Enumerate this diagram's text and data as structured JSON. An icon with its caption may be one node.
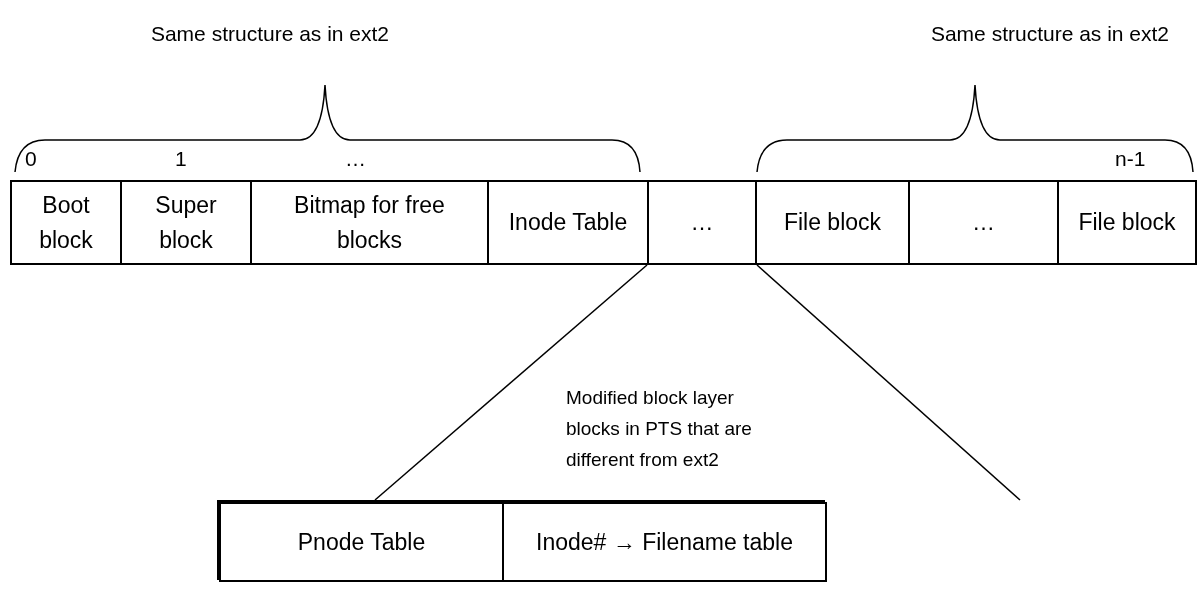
{
  "diagram": {
    "nodes": [
      {
        "text": [
          "Boot block"
        ]
      },
      {
        "text": [
          "Super block"
        ]
      },
      {
        "text": [
          "Bitmap for free blocks"
        ]
      },
      {
        "text": [
          "Inode Table"
        ]
      },
      {
        "text": [
          "…"
        ]
      },
      {
        "text": [
          "File block"
        ]
      },
      {
        "text": [
          "…"
        ]
      },
      {
        "text": [
          "File block"
        ]
      },
      {
        "text": [],
        "shape": "box"
      },
      {
        "text": [
          "Pnode Table"
        ],
        "in": 8
      },
      {
        "text": [
          "Inode# → Filename table"
        ],
        "in": 8
      }
    ],
    "edges": [
      {
        "from": 4,
        "to": 8,
        "arrow": "none"
      },
      {
        "from": 4,
        "to": null,
        "arrow": "none"
      }
    ],
    "labels": [
      "Same structure as in ext2",
      "Same structure as in ext2",
      "0",
      "1",
      "…",
      "n-1",
      "Modified block layer blocks in PTS that are different from ext2"
    ]
  }
}
